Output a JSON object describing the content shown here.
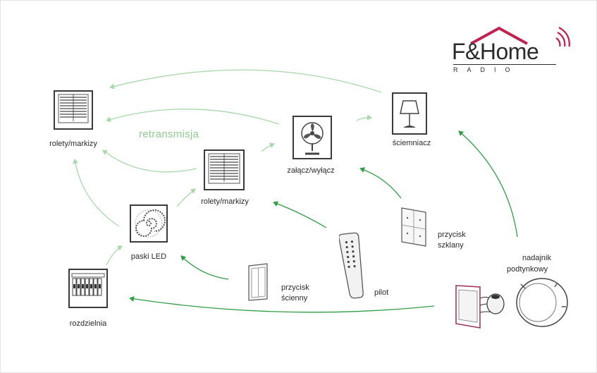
{
  "logo": {
    "brand": "F&Home",
    "subtitle": "RADIO",
    "roof_color": "#c0234f",
    "signal_color": "#c0234f"
  },
  "colors": {
    "arrow_dark": "#2e9e45",
    "arrow_light": "#a7d8a9",
    "device_stroke": "#3a3a3a"
  },
  "diagram": {
    "retransmission_label": "retransmisja",
    "nodes": {
      "blinds_top": {
        "label": "rolety/markizy",
        "icon": "blinds-icon"
      },
      "dimmer": {
        "label": "ściemniacz",
        "icon": "lamp-icon"
      },
      "switch": {
        "label": "załącz/wyłącz",
        "icon": "fan-icon"
      },
      "blinds_center": {
        "label": "rolety/markizy",
        "icon": "blinds-icon"
      },
      "led": {
        "label": "paski LED",
        "icon": "led-strip-icon"
      },
      "distribution": {
        "label": "rozdzielnia",
        "icon": "distribution-board-icon"
      },
      "wall_button": {
        "label_line1": "przycisk",
        "label_line2": "ścienny",
        "icon": "wall-switch-icon"
      },
      "remote": {
        "label": "pilot",
        "icon": "remote-control-icon"
      },
      "glass_button": {
        "label_line1": "przycisk",
        "label_line2": "szklany",
        "icon": "glass-switch-icon"
      },
      "flush_transmitter": {
        "label_line1": "nadajnik",
        "label_line2": "podtynkowy",
        "icon": "flush-transmitter-icon"
      }
    }
  }
}
